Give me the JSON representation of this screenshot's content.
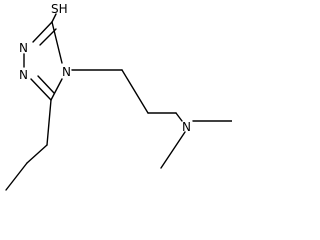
{
  "molecule": {
    "atom_labels": {
      "sh": "SH",
      "n1": "N",
      "n2": "N",
      "n4": "N",
      "n_amine": "N"
    },
    "colors": {
      "bond": "#000000",
      "label": "#000000",
      "background": "#ffffff"
    }
  }
}
